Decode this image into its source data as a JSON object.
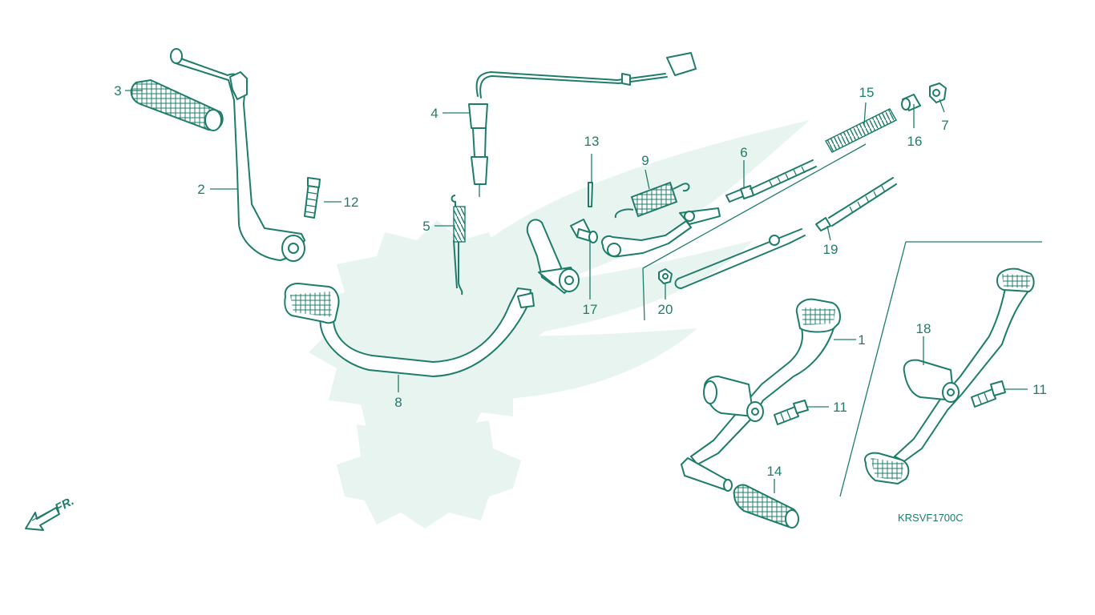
{
  "diagram_code": "KRSVF1700C",
  "direction_label": "FR.",
  "watermark": "gear-wing-logo",
  "colors": {
    "line": "#1e7d6a",
    "watermark": "#e6f3ef",
    "background": "#ffffff"
  },
  "callouts": [
    "1",
    "2",
    "3",
    "4",
    "5",
    "6",
    "7",
    "8",
    "9",
    "11",
    "11",
    "12",
    "13",
    "14",
    "15",
    "16",
    "17",
    "18",
    "19",
    "20"
  ]
}
